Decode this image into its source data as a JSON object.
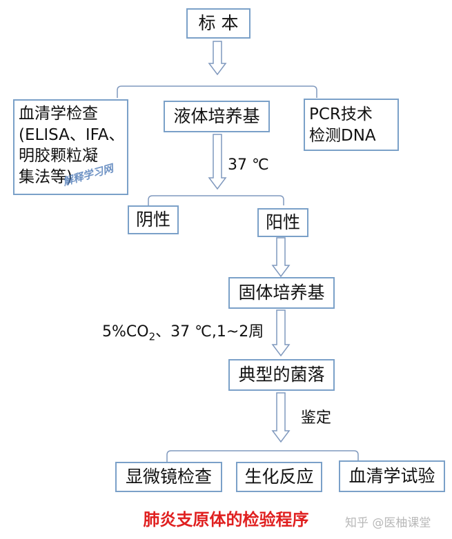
{
  "nodes": {
    "specimen": "标 本",
    "serology_line1": "血清学检查",
    "serology_line2": "(ELISA、IFA、",
    "serology_line3": "明胶颗粒凝",
    "serology_line4": "集法等)",
    "liquid_medium": "液体培养基",
    "pcr_line1": "PCR技术",
    "pcr_line2": "检测DNA",
    "negative": "阴性",
    "positive": "阳性",
    "solid_medium": "固体培养基",
    "typical_colony": "典型的菌落",
    "microscopy": "显微镜检查",
    "biochemical": "生化反应",
    "serum_test": "血清学试验"
  },
  "labels": {
    "temp1": "37 ℃",
    "cond_prefix": "5%CO",
    "cond_sub": "2",
    "cond_suffix": "、37 ℃,1~2周",
    "identify": "鉴定"
  },
  "title": "肺炎支原体的检验程序",
  "stamp": "解释学习网",
  "watermark": "知乎 @医柚课堂",
  "colors": {
    "border": "#7aa0c8",
    "title": "#e02020"
  }
}
